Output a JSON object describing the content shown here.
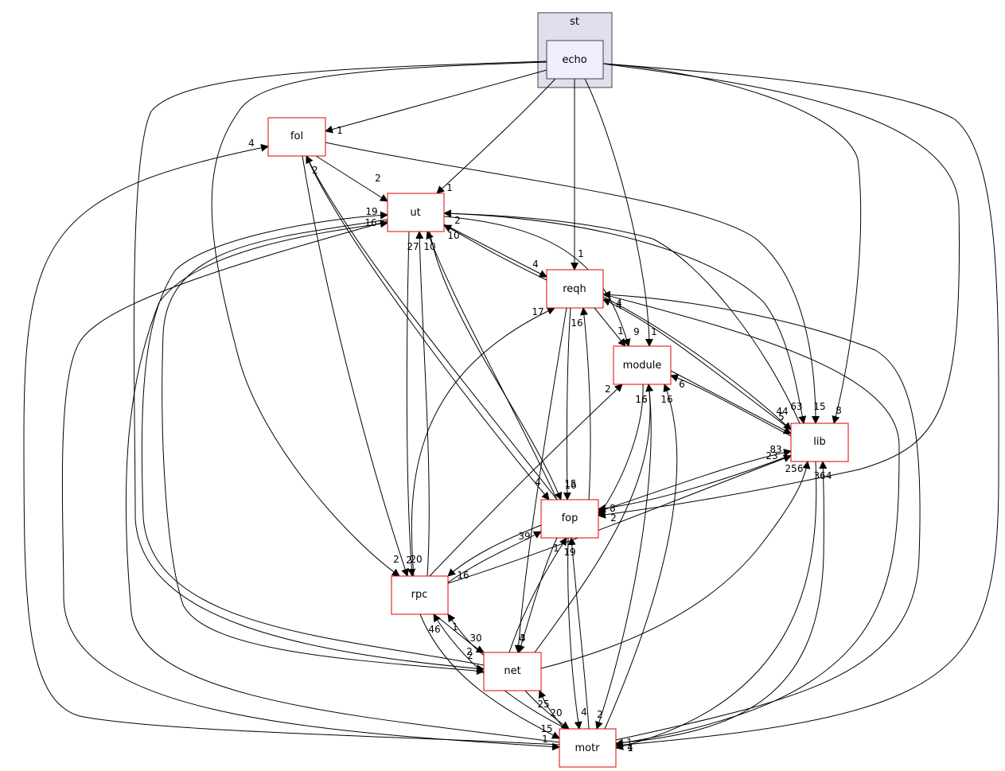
{
  "cluster": {
    "label": "st",
    "fill": "#dfdfee",
    "stroke": "#404040"
  },
  "focus_node": {
    "label": "echo",
    "fill": "#eeeeff",
    "stroke": "#404040"
  },
  "node_style": {
    "fill": "#ffffff",
    "stroke": "#e50000"
  },
  "nodes": {
    "fol": "fol",
    "ut": "ut",
    "reqh": "reqh",
    "module": "module",
    "lib": "lib",
    "fop": "fop",
    "rpc": "rpc",
    "net": "net",
    "motr": "motr"
  },
  "edges": [
    {
      "from": "echo",
      "to": "fol",
      "label": "1"
    },
    {
      "from": "echo",
      "to": "ut",
      "label": "1"
    },
    {
      "from": "echo",
      "to": "reqh",
      "label": "1"
    },
    {
      "from": "echo",
      "to": "module",
      "label": "1"
    },
    {
      "from": "echo",
      "to": "lib",
      "label": "8"
    },
    {
      "from": "echo",
      "to": "fop",
      "label": "2"
    },
    {
      "from": "echo",
      "to": "rpc",
      "label": "2"
    },
    {
      "from": "echo",
      "to": "net",
      "label": "2"
    },
    {
      "from": "echo",
      "to": "motr",
      "label": "4"
    },
    {
      "from": "fol",
      "to": "ut",
      "label": "2"
    },
    {
      "from": "fol",
      "to": "lib",
      "label": "15"
    },
    {
      "from": "fol",
      "to": "fop",
      "label": "4"
    },
    {
      "from": "fol",
      "to": "rpc",
      "label": "20"
    },
    {
      "from": "fop",
      "to": "fol",
      "label": "2"
    },
    {
      "from": "motr",
      "to": "fol",
      "label": "4"
    },
    {
      "from": "ut",
      "to": "reqh",
      "label": "4"
    },
    {
      "from": "ut",
      "to": "module",
      "label": "9"
    },
    {
      "from": "ut",
      "to": "lib",
      "label": "63"
    },
    {
      "from": "ut",
      "to": "fop",
      "label": "15"
    },
    {
      "from": "ut",
      "to": "rpc",
      "label": "2"
    },
    {
      "from": "ut",
      "to": "net",
      "label": "2"
    },
    {
      "from": "ut",
      "to": "motr",
      "label": "1"
    },
    {
      "from": "reqh",
      "to": "ut",
      "label": "10"
    },
    {
      "from": "lib",
      "to": "ut",
      "label": "2"
    },
    {
      "from": "net",
      "to": "ut",
      "label": "19"
    },
    {
      "from": "motr",
      "to": "ut",
      "label": "16"
    },
    {
      "from": "rpc",
      "to": "ut",
      "label": "27"
    },
    {
      "from": "fop",
      "to": "ut",
      "label": "10"
    },
    {
      "from": "reqh",
      "to": "module",
      "label": "1"
    },
    {
      "from": "reqh",
      "to": "lib",
      "label": "44"
    },
    {
      "from": "reqh",
      "to": "fop",
      "label": "16"
    },
    {
      "from": "reqh",
      "to": "net",
      "label": "4"
    },
    {
      "from": "reqh",
      "to": "motr",
      "label": "1"
    },
    {
      "from": "lib",
      "to": "reqh",
      "label": "4"
    },
    {
      "from": "motr",
      "to": "reqh",
      "label": "4"
    },
    {
      "from": "rpc",
      "to": "reqh",
      "label": "17"
    },
    {
      "from": "fop",
      "to": "reqh",
      "label": "16"
    },
    {
      "from": "module",
      "to": "lib",
      "label": "5"
    },
    {
      "from": "module",
      "to": "fop",
      "label": "16"
    },
    {
      "from": "module",
      "to": "motr",
      "label": "2"
    },
    {
      "from": "lib",
      "to": "module",
      "label": "6"
    },
    {
      "from": "rpc",
      "to": "module",
      "label": "2"
    },
    {
      "from": "net",
      "to": "module",
      "label": "16"
    },
    {
      "from": "motr",
      "to": "module",
      "label": "16"
    },
    {
      "from": "fop",
      "to": "lib",
      "label": "83"
    },
    {
      "from": "lib",
      "to": "fop",
      "label": "8"
    },
    {
      "from": "rpc",
      "to": "lib",
      "label": "23"
    },
    {
      "from": "net",
      "to": "lib",
      "label": "256"
    },
    {
      "from": "motr",
      "to": "lib",
      "label": "364"
    },
    {
      "from": "lib",
      "to": "motr",
      "label": "1"
    },
    {
      "from": "fop",
      "to": "rpc",
      "label": "16"
    },
    {
      "from": "fop",
      "to": "net",
      "label": "3"
    },
    {
      "from": "fop",
      "to": "motr",
      "label": "4"
    },
    {
      "from": "rpc",
      "to": "fop",
      "label": "39"
    },
    {
      "from": "net",
      "to": "fop",
      "label": "1"
    },
    {
      "from": "motr",
      "to": "fop",
      "label": "19"
    },
    {
      "from": "rpc",
      "to": "net",
      "label": "30"
    },
    {
      "from": "rpc",
      "to": "motr",
      "label": "15"
    },
    {
      "from": "net",
      "to": "rpc",
      "label": "1"
    },
    {
      "from": "motr",
      "to": "rpc",
      "label": "46"
    },
    {
      "from": "net",
      "to": "motr",
      "label": "20"
    },
    {
      "from": "motr",
      "to": "net",
      "label": "25"
    }
  ]
}
